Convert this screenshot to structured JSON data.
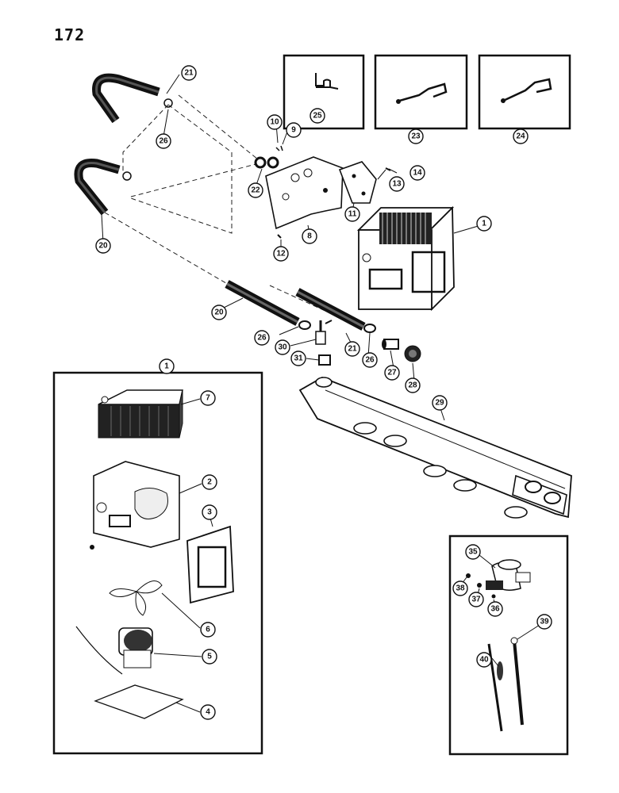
{
  "page_number": "172",
  "callouts": {
    "c21a": "21",
    "c26a": "26",
    "c10": "10",
    "c9": "9",
    "c25": "25",
    "c23": "23",
    "c24": "24",
    "c22": "22",
    "c14": "14",
    "c13": "13",
    "c11": "11",
    "c8": "8",
    "c12": "12",
    "c20a": "20",
    "c1a": "1",
    "c20b": "20",
    "c26b": "26",
    "c30": "30",
    "c21b": "21",
    "c26c": "26",
    "c27": "27",
    "c28": "28",
    "c31": "31",
    "c29": "29",
    "c1b": "1",
    "c7": "7",
    "c2": "2",
    "c3": "3",
    "c6": "6",
    "c5": "5",
    "c4": "4",
    "c35": "35",
    "c38": "38",
    "c37": "37",
    "c36": "36",
    "c39": "39",
    "c40": "40"
  }
}
